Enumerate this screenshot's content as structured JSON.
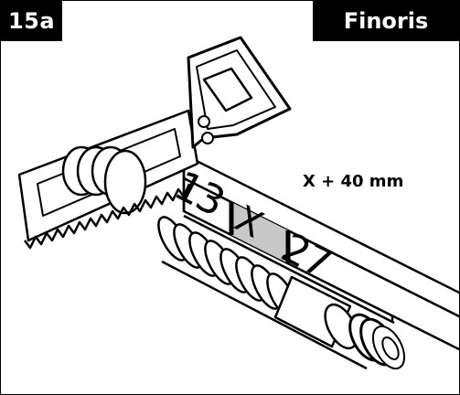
{
  "step": {
    "number": "15a"
  },
  "brand": {
    "name": "Finoris"
  },
  "illustration": {
    "measurement": "X + 40 mm",
    "scale_start": "13",
    "scale_middle": "X",
    "scale_end": "27"
  },
  "colors": {
    "ink": "#000000",
    "paper": "#ffffff",
    "highlight": "#c8c8c8"
  }
}
